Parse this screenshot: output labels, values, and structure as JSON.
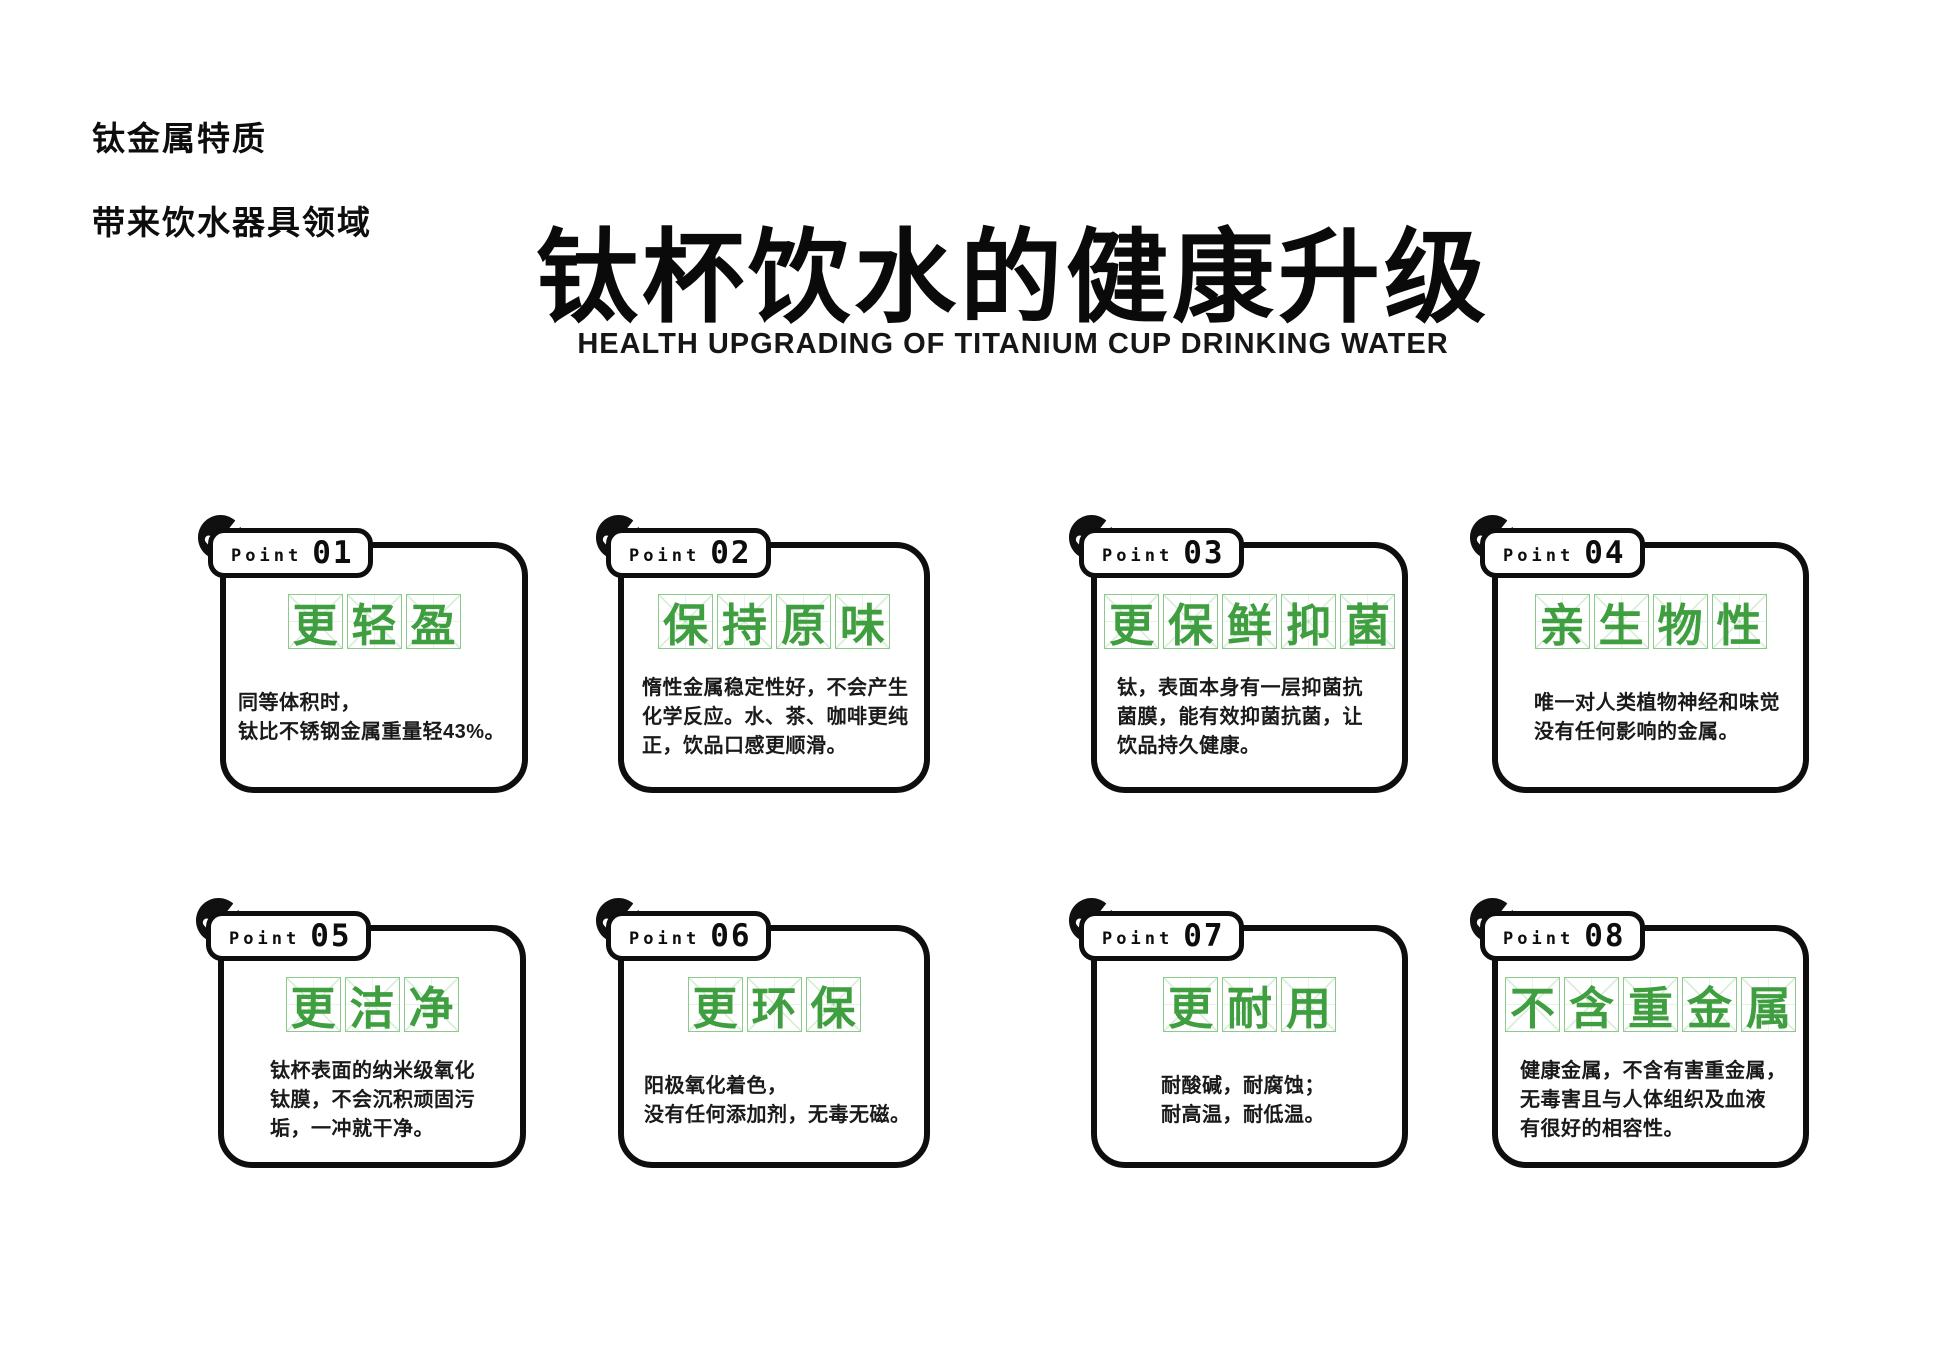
{
  "page": {
    "kicker_line1": "钛金属特质",
    "kicker_line2": "带来饮水器具领域",
    "title": "钛杯饮水的健康升级",
    "subtitle": "HEALTH UPGRADING OF TITANIUM CUP DRINKING WATER"
  },
  "colors": {
    "ink": "#0e0e0e",
    "accent_green": "#3f9e3f",
    "grid_green": "#8cc98c",
    "background": "#ffffff"
  },
  "icons": {
    "badge_icon": "check-icon"
  },
  "cards": [
    {
      "point_label": "Point",
      "point_number": "01",
      "heading": "更轻盈",
      "heading_chars": [
        "更",
        "轻",
        "盈"
      ],
      "body": "同等体积时，\n钛比不锈钢金属重量轻43%。"
    },
    {
      "point_label": "Point",
      "point_number": "02",
      "heading": "保持原味",
      "heading_chars": [
        "保",
        "持",
        "原",
        "味"
      ],
      "body": "惰性金属稳定性好，不会产生\n化学反应。水、茶、咖啡更纯\n正，饮品口感更顺滑。"
    },
    {
      "point_label": "Point",
      "point_number": "03",
      "heading": "更保鲜抑菌",
      "heading_chars": [
        "更",
        "保",
        "鲜",
        "抑",
        "菌"
      ],
      "body": "钛，表面本身有一层抑菌抗\n菌膜，能有效抑菌抗菌，让\n饮品持久健康。"
    },
    {
      "point_label": "Point",
      "point_number": "04",
      "heading": "亲生物性",
      "heading_chars": [
        "亲",
        "生",
        "物",
        "性"
      ],
      "body": "唯一对人类植物神经和味觉\n没有任何影响的金属。"
    },
    {
      "point_label": "Point",
      "point_number": "05",
      "heading": "更洁净",
      "heading_chars": [
        "更",
        "洁",
        "净"
      ],
      "body": "钛杯表面的纳米级氧化\n钛膜，不会沉积顽固污\n垢，一冲就干净。"
    },
    {
      "point_label": "Point",
      "point_number": "06",
      "heading": "更环保",
      "heading_chars": [
        "更",
        "环",
        "保"
      ],
      "body": "阳极氧化着色，\n没有任何添加剂，无毒无磁。"
    },
    {
      "point_label": "Point",
      "point_number": "07",
      "heading": "更耐用",
      "heading_chars": [
        "更",
        "耐",
        "用"
      ],
      "body": "耐酸碱，耐腐蚀；\n耐高温，耐低温。"
    },
    {
      "point_label": "Point",
      "point_number": "08",
      "heading": "不含重金属",
      "heading_chars": [
        "不",
        "含",
        "重",
        "金",
        "属"
      ],
      "body": "健康金属，不含有害重金属，\n无毒害且与人体组织及血液\n有很好的相容性。"
    }
  ]
}
